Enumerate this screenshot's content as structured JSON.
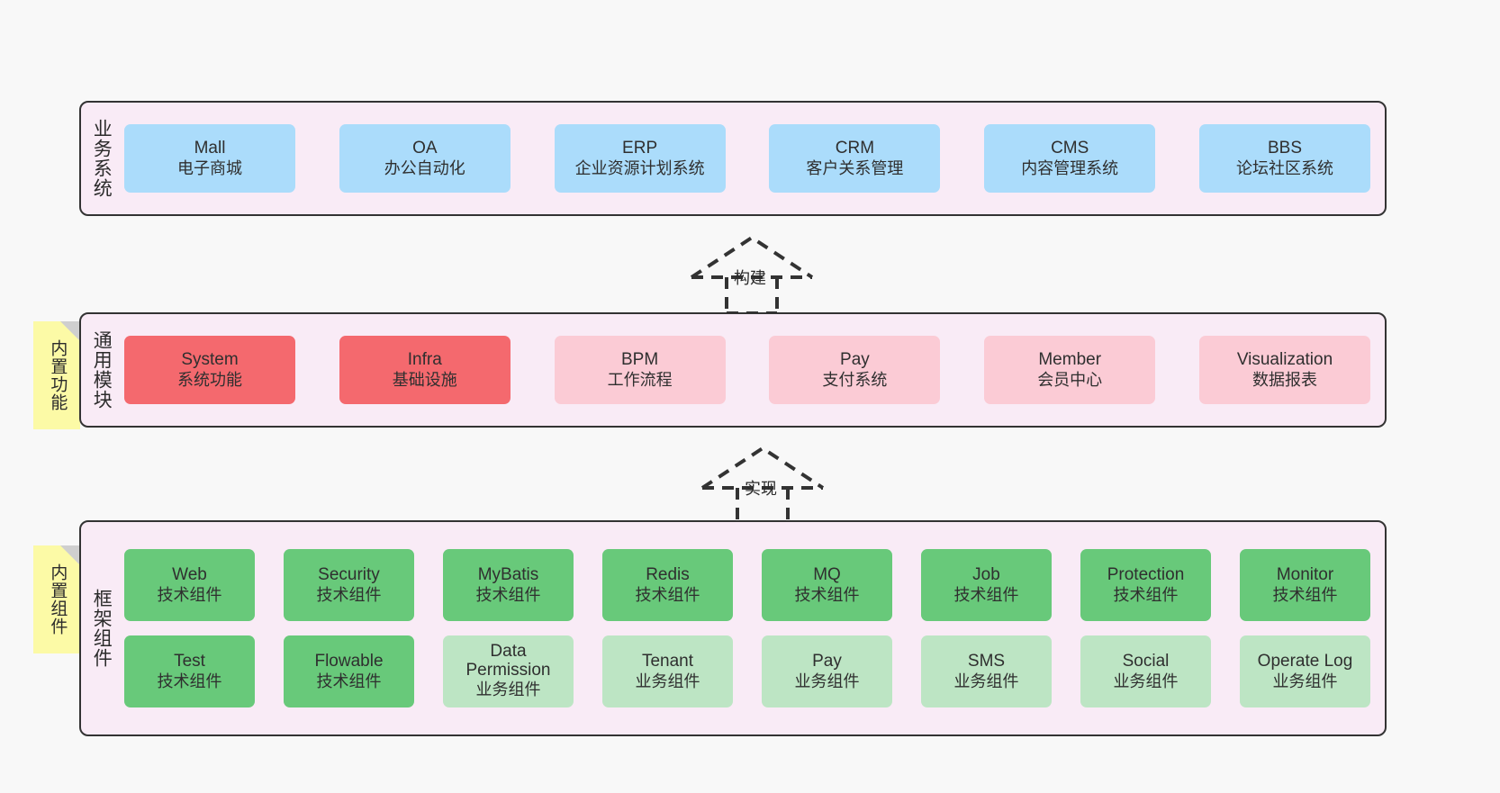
{
  "diagram": {
    "title_hidden": "",
    "colors": {
      "panel_bg": "#f9ebf6",
      "panel_border": "#333333",
      "business": "#abdcfb",
      "module_active": "#f4696e",
      "module_inactive": "#fbcbd5",
      "tech_component": "#68c97a",
      "biz_component": "#bde5c4",
      "note_bg": "#fcfaa6",
      "canvas_bg": "#f8f8f8"
    },
    "layers": [
      {
        "id": "business-system",
        "title": "业务系统",
        "note": null,
        "rows": [
          [
            {
              "en": "Mall",
              "cn": "电子商城"
            },
            {
              "en": "OA",
              "cn": "办公自动化"
            },
            {
              "en": "ERP",
              "cn": "企业资源计划系统"
            },
            {
              "en": "CRM",
              "cn": "客户关系管理"
            },
            {
              "en": "CMS",
              "cn": "内容管理系统"
            },
            {
              "en": "BBS",
              "cn": "论坛社区系统"
            }
          ]
        ]
      },
      {
        "id": "common-module",
        "title": "通用模块",
        "note": "内置功能",
        "rows": [
          [
            {
              "en": "System",
              "cn": "系统功能"
            },
            {
              "en": "Infra",
              "cn": "基础设施"
            },
            {
              "en": "BPM",
              "cn": "工作流程"
            },
            {
              "en": "Pay",
              "cn": "支付系统"
            },
            {
              "en": "Member",
              "cn": "会员中心"
            },
            {
              "en": "Visualization",
              "cn": "数据报表"
            }
          ]
        ]
      },
      {
        "id": "framework-component",
        "title": "框架组件",
        "note": "内置组件",
        "rows": [
          [
            {
              "en": "Web",
              "cn": "技术组件"
            },
            {
              "en": "Security",
              "cn": "技术组件"
            },
            {
              "en": "MyBatis",
              "cn": "技术组件"
            },
            {
              "en": "Redis",
              "cn": "技术组件"
            },
            {
              "en": "MQ",
              "cn": "技术组件"
            },
            {
              "en": "Job",
              "cn": "技术组件"
            },
            {
              "en": "Protection",
              "cn": "技术组件"
            },
            {
              "en": "Monitor",
              "cn": "技术组件"
            }
          ],
          [
            {
              "en": "Test",
              "cn": "技术组件"
            },
            {
              "en": "Flowable",
              "cn": "技术组件"
            },
            {
              "en": "Data Permission",
              "cn": "业务组件"
            },
            {
              "en": "Tenant",
              "cn": "业务组件"
            },
            {
              "en": "Pay",
              "cn": "业务组件"
            },
            {
              "en": "SMS",
              "cn": "业务组件"
            },
            {
              "en": "Social",
              "cn": "业务组件"
            },
            {
              "en": "Operate Log",
              "cn": "业务组件"
            }
          ]
        ]
      }
    ],
    "arrows": [
      {
        "id": "build",
        "label": "构建"
      },
      {
        "id": "implement",
        "label": "实现"
      }
    ]
  }
}
